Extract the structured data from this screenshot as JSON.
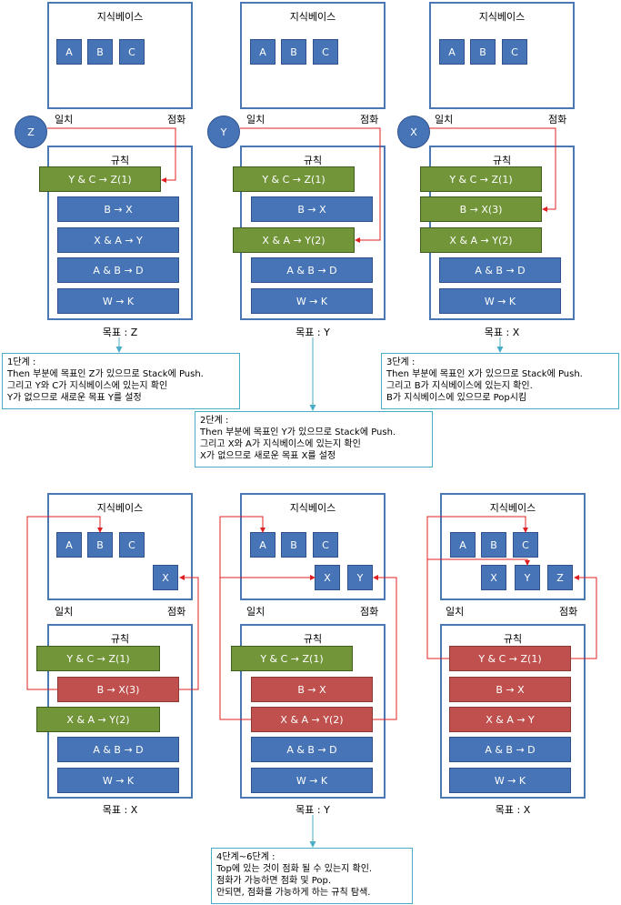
{
  "kb_title": "지식베이스",
  "rules_title": "규칙",
  "match_label": "일치",
  "fire_label": "점화",
  "colors": {
    "blue": "#4674b6",
    "green": "#72953a",
    "red": "#c0504d",
    "connector_red": "#e02020",
    "connector_teal": "#4bacc6"
  },
  "panels": [
    {
      "facts": [
        "A",
        "B",
        "C"
      ],
      "goal_marker": "Z",
      "rules": [
        {
          "text": "Y & C → Z(1)",
          "state": "green"
        },
        {
          "text": "B → X",
          "state": "blue"
        },
        {
          "text": "X & A → Y",
          "state": "blue"
        },
        {
          "text": "A & B → D",
          "state": "blue"
        },
        {
          "text": "W → K",
          "state": "blue"
        }
      ],
      "goal_text": "목표 : Z"
    },
    {
      "facts": [
        "A",
        "B",
        "C"
      ],
      "goal_marker": "Y",
      "rules": [
        {
          "text": "Y & C → Z(1)",
          "state": "green"
        },
        {
          "text": "B → X",
          "state": "blue"
        },
        {
          "text": "X & A → Y(2)",
          "state": "green"
        },
        {
          "text": "A & B → D",
          "state": "blue"
        },
        {
          "text": "W → K",
          "state": "blue"
        }
      ],
      "goal_text": "목표 : Y"
    },
    {
      "facts": [
        "A",
        "B",
        "C"
      ],
      "goal_marker": "X",
      "rules": [
        {
          "text": "Y & C → Z(1)",
          "state": "green"
        },
        {
          "text": "B → X(3)",
          "state": "green"
        },
        {
          "text": "X & A → Y(2)",
          "state": "green"
        },
        {
          "text": "A & B → D",
          "state": "blue"
        },
        {
          "text": "W → K",
          "state": "blue"
        }
      ],
      "goal_text": "목표 : X"
    },
    {
      "facts": [
        "A",
        "B",
        "C",
        "X"
      ],
      "rules": [
        {
          "text": "Y & C → Z(1)",
          "state": "green"
        },
        {
          "text": "B → X(3)",
          "state": "red"
        },
        {
          "text": "X & A → Y(2)",
          "state": "green"
        },
        {
          "text": "A & B → D",
          "state": "blue"
        },
        {
          "text": "W → K",
          "state": "blue"
        }
      ],
      "goal_text": "목표 : X"
    },
    {
      "facts": [
        "A",
        "B",
        "C",
        "X",
        "Y"
      ],
      "rules": [
        {
          "text": "Y & C → Z(1)",
          "state": "green"
        },
        {
          "text": "B → X",
          "state": "red"
        },
        {
          "text": "X & A → Y(2)",
          "state": "red"
        },
        {
          "text": "A & B → D",
          "state": "blue"
        },
        {
          "text": "W → K",
          "state": "blue"
        }
      ],
      "goal_text": "목표 : Y"
    },
    {
      "facts": [
        "A",
        "B",
        "C",
        "X",
        "Y",
        "Z"
      ],
      "rules": [
        {
          "text": "Y & C → Z(1)",
          "state": "red"
        },
        {
          "text": "B → X",
          "state": "red"
        },
        {
          "text": "X & A → Y",
          "state": "red"
        },
        {
          "text": "A & B → D",
          "state": "blue"
        },
        {
          "text": "W → K",
          "state": "blue"
        }
      ],
      "goal_text": "목표 : X"
    }
  ],
  "notes": [
    {
      "lines": [
        "1단계 :",
        "Then 부분에 목표인 Z가 있으므로 Stack에 Push.",
        "그리고 Y와 C가 지식베이스에 있는지 확인",
        "Y가 없으므로 새로운 목표 Y를 설정"
      ]
    },
    {
      "lines": [
        "2단계 :",
        "Then 부분에 목표인 Y가 있으므로 Stack에 Push.",
        "그리고 X와 A가 지식베이스에 있는지 확인",
        "X가 없으므로 새로운 목표 X를 설정"
      ]
    },
    {
      "lines": [
        "3단계 :",
        "Then 부분에 목표인 X가 있으므로 Stack에 Push.",
        "그리고 B가 지식베이스에 있는지 확인.",
        "B가 지식베이스에 있으므로 Pop시킴"
      ]
    },
    {
      "lines": [
        "4단계~6단계 :",
        "Top에 있는 것이 점화 될 수 있는지 확인.",
        "점화가 가능하면 점화 및 Pop.",
        "안되면, 점화를 가능하게 하는 규칙 탐색."
      ]
    }
  ]
}
